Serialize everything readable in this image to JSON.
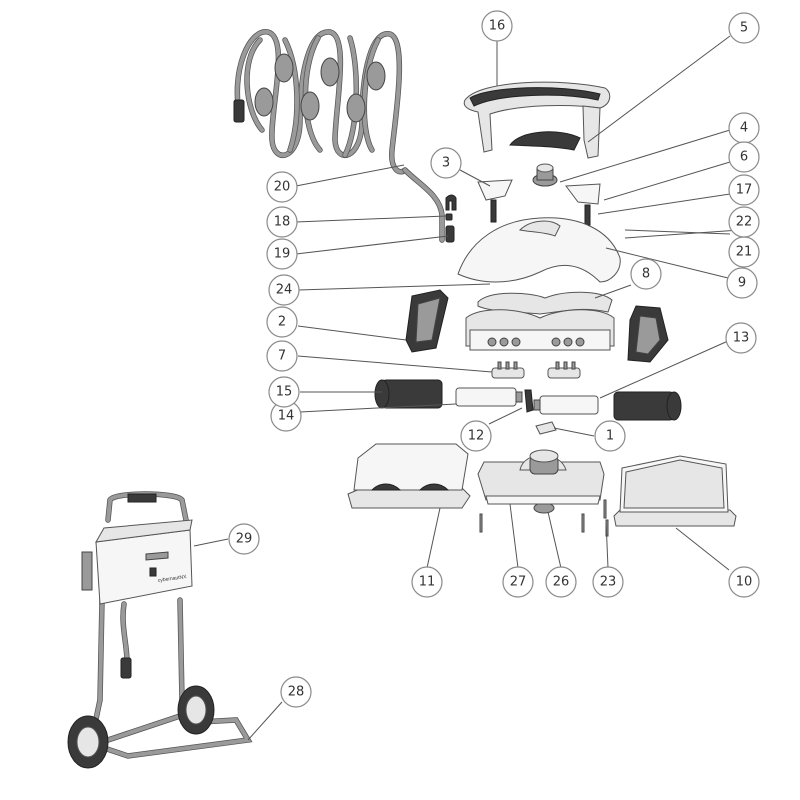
{
  "callouts": [
    {
      "label": "1"
    },
    {
      "label": "2"
    },
    {
      "label": "3"
    },
    {
      "label": "4"
    },
    {
      "label": "5"
    },
    {
      "label": "6"
    },
    {
      "label": "7"
    },
    {
      "label": "8"
    },
    {
      "label": "9"
    },
    {
      "label": "10"
    },
    {
      "label": "11"
    },
    {
      "label": "12"
    },
    {
      "label": "13"
    },
    {
      "label": "14"
    },
    {
      "label": "15"
    },
    {
      "label": "16"
    },
    {
      "label": "17"
    },
    {
      "label": "18"
    },
    {
      "label": "19"
    },
    {
      "label": "20"
    },
    {
      "label": "21"
    },
    {
      "label": "22"
    },
    {
      "label": "23"
    },
    {
      "label": "24"
    },
    {
      "label": "26"
    },
    {
      "label": "27"
    },
    {
      "label": "28"
    },
    {
      "label": "29"
    }
  ],
  "power_supply": {
    "brand": "cybernautNX"
  }
}
